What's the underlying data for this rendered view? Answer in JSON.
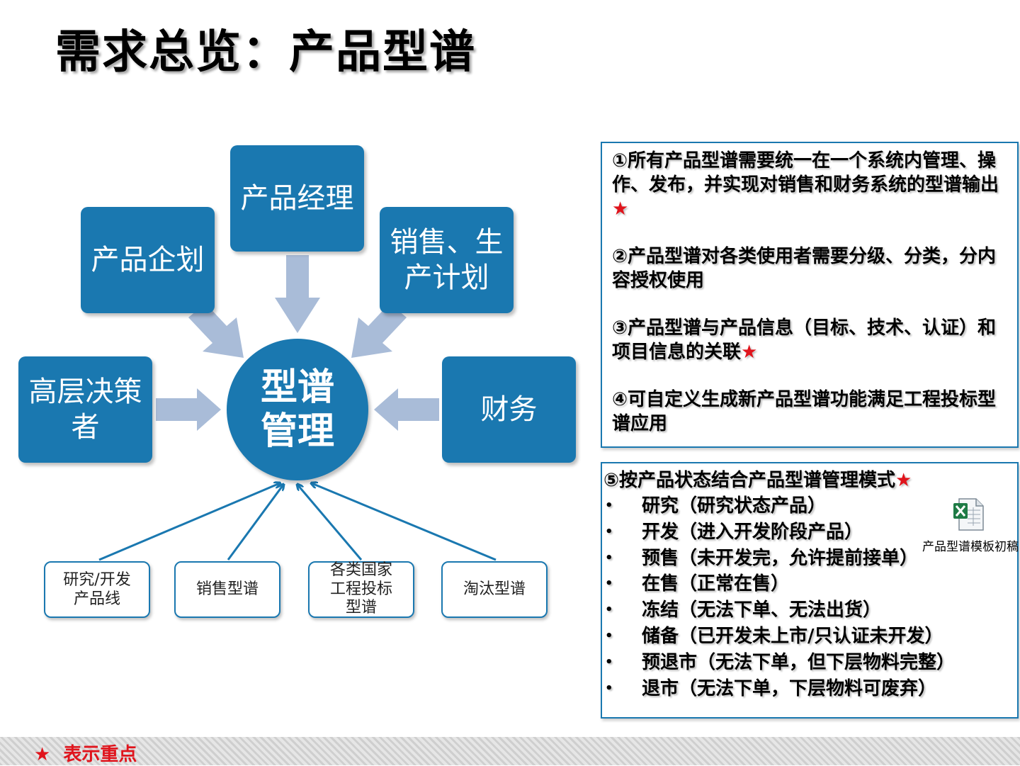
{
  "title": "需求总览：产品型谱",
  "diagram": {
    "center": "型谱管理",
    "top_boxes": {
      "product_manager": "产品经理",
      "product_planning": "产品企划",
      "sales_production": "销售、生产计划",
      "executives": "高层决策者",
      "finance": "财务"
    },
    "bottom_boxes": {
      "rd_line": "研究/开发产品线",
      "sales_spectrum": "销售型谱",
      "bidding_spectrum": "各类国家工程投标型谱",
      "phaseout_spectrum": "淘汰型谱"
    }
  },
  "requirements": {
    "r1": "①所有产品型谱需要统一在一个系统内管理、操作、发布，并实现对销售和财务系统的型谱输出",
    "r2": "②产品型谱对各类使用者需要分级、分类，分内容授权使用",
    "r3": "③产品型谱与产品信息（目标、技术、认证）和项目信息的关联",
    "r4": "④可自定义生成新产品型谱功能满足工程投标型谱应用",
    "star": "★"
  },
  "states": {
    "heading": "⑤按产品状态结合产品型谱管理模式",
    "bullet": "•",
    "items": [
      "研究（研究状态产品）",
      "开发（进入开发阶段产品）",
      "预售（未开发完，允许提前接单）",
      "在售（正常在售）",
      "冻结（无法下单、无法出货）",
      "储备（已开发未上市/只认证未开发）",
      "预退市（无法下单，但下层物料完整）",
      "退市（无法下单，下层物料可废弃）"
    ]
  },
  "attachment": {
    "label": "产品型谱模板初稿",
    "icon": "excel-file-icon"
  },
  "footer": {
    "star": "★",
    "text": "表示重点"
  },
  "colors": {
    "primary": "#1a78b0",
    "arrow_fill": "#a9bcd8",
    "star": "#e0141c"
  }
}
